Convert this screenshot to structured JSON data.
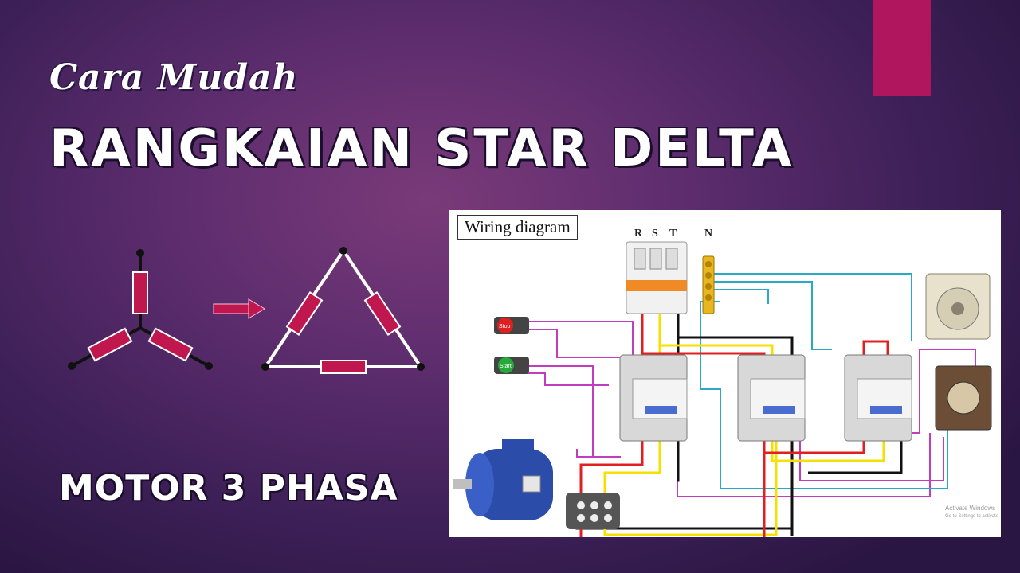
{
  "header": {
    "kicker": "Cara Mudah",
    "title": "RANGKAIAN STAR DELTA"
  },
  "footer": {
    "subtitle": "MOTOR 3 PHASA"
  },
  "diagram": {
    "label": "Wiring diagram",
    "phases": [
      "R",
      "S",
      "T"
    ],
    "neutral": "N",
    "buttons": {
      "stop": "Stop",
      "start": "Start"
    }
  },
  "watermark": {
    "line1": "Activate Windows",
    "line2": "Go to Settings to activate"
  },
  "colors": {
    "accent": "#b0165e",
    "resistor": "#c0174f",
    "wire_red": "#e02020",
    "wire_yellow": "#f5e000",
    "wire_black": "#111111",
    "wire_magenta": "#c23cc0",
    "wire_cyan": "#2aa8c8"
  },
  "icons": [
    "star-connection-icon",
    "arrow-right-icon",
    "delta-connection-icon",
    "motor-icon",
    "timer-relay-icon"
  ]
}
